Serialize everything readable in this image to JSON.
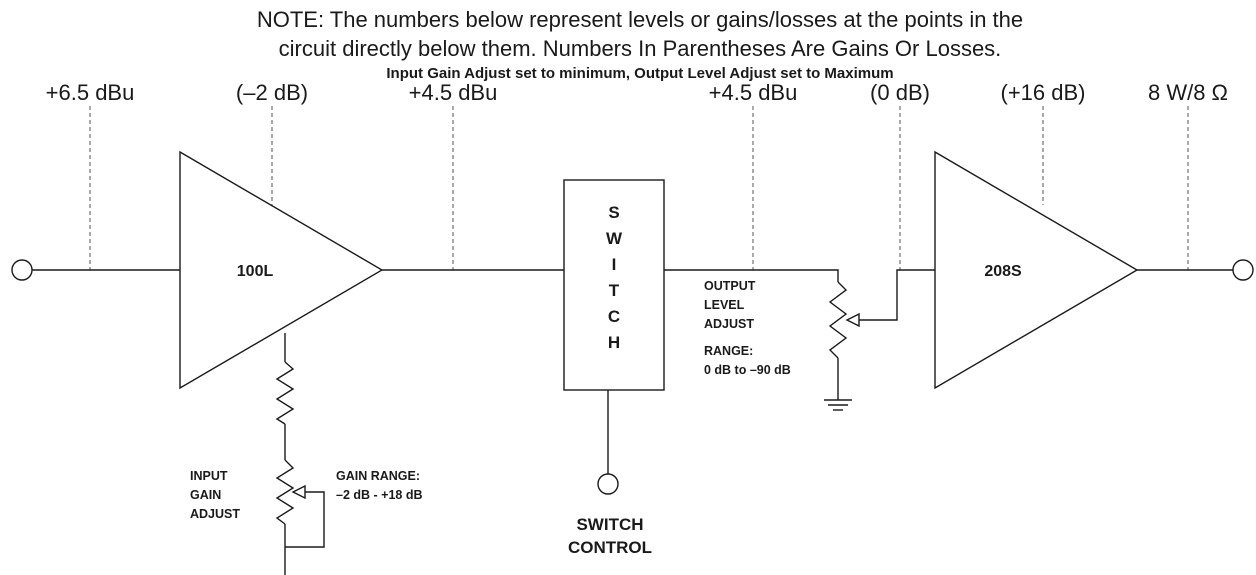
{
  "note": {
    "line1": "NOTE: The numbers below represent levels or gains/losses at the points in the",
    "line2": "circuit directly below them. Numbers In Parentheses Are Gains Or Losses.",
    "subtitle": "Input Gain Adjust set to minimum, Output Level Adjust set to Maximum"
  },
  "levels": [
    "+6.5 dBu",
    "(–2 dB)",
    "+4.5 dBu",
    "+4.5 dBu",
    "(0 dB)",
    "(+16 dB)",
    "8 W/8 Ω"
  ],
  "blocks": {
    "amp1": "100L",
    "switch_letters": [
      "S",
      "W",
      "I",
      "T",
      "C",
      "H"
    ],
    "amp2": "208S"
  },
  "input_gain": {
    "label": [
      "INPUT",
      "GAIN",
      "ADJUST"
    ],
    "range": [
      "GAIN RANGE:",
      "–2 dB - +18 dB"
    ]
  },
  "output_level": {
    "label": [
      "OUTPUT",
      "LEVEL",
      "ADJUST"
    ],
    "range": [
      "RANGE:",
      "0 dB to –90 dB"
    ]
  },
  "switch_control": [
    "SWITCH",
    "CONTROL"
  ]
}
